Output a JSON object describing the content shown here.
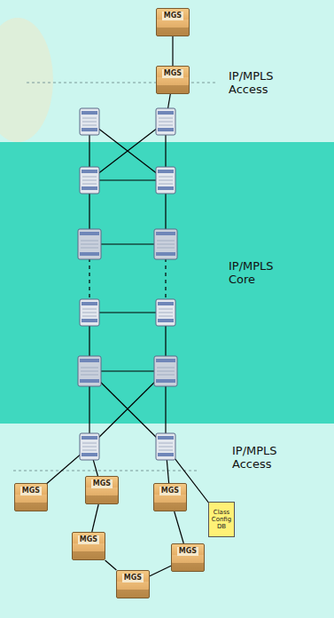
{
  "diagram": {
    "nodes": [
      {
        "text": [
          "MGS"
        ]
      },
      {
        "text": [
          "MGS"
        ]
      },
      {
        "text": [
          "MGS"
        ]
      },
      {
        "text": [
          "MGS"
        ]
      },
      {
        "text": [
          "MGS"
        ]
      },
      {
        "text": [
          "Class Config DB"
        ]
      },
      {
        "text": [
          "MGS"
        ]
      },
      {
        "text": [
          "MGS"
        ]
      },
      {
        "text": [
          "MGS"
        ]
      }
    ],
    "edges": [
      {
        "from": 0,
        "to": 1,
        "arrow": "none"
      },
      {
        "from": 3,
        "to": 6,
        "arrow": "none"
      },
      {
        "from": 6,
        "to": 7,
        "arrow": "none"
      },
      {
        "from": 7,
        "to": 8,
        "arrow": "none"
      },
      {
        "from": 8,
        "to": 4,
        "arrow": "none"
      }
    ],
    "labels": [
      "IP/MPLS Access",
      "IP/MPLS Core",
      "IP/MPLS Access"
    ]
  }
}
